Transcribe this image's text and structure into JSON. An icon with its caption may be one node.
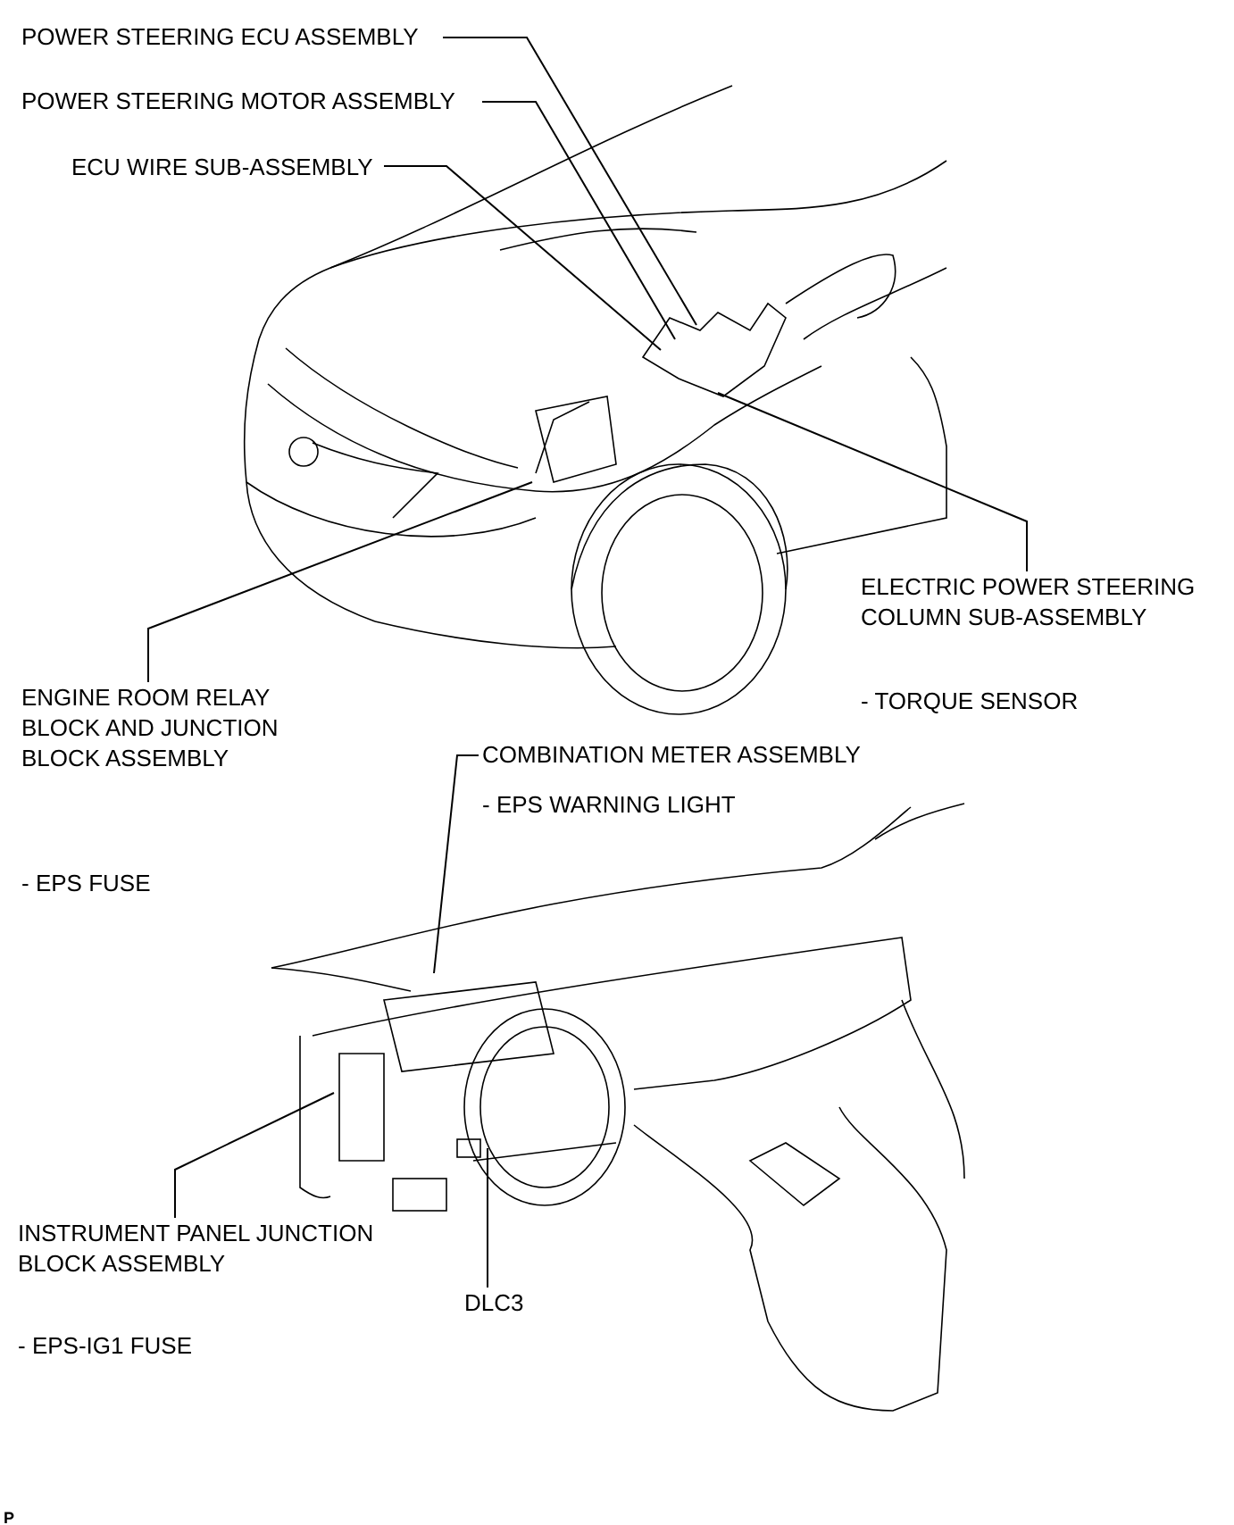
{
  "diagram": {
    "nodes": [
      {
        "text": [
          "POWER STEERING ECU ASSEMBLY"
        ]
      },
      {
        "text": [
          "POWER STEERING MOTOR ASSEMBLY"
        ]
      },
      {
        "text": [
          "ECU WIRE SUB-ASSEMBLY"
        ]
      },
      {
        "text": [
          "ELECTRIC POWER STEERING COLUMN SUB-ASSEMBLY"
        ]
      },
      {
        "text": [
          "ENGINE ROOM RELAY BLOCK AND JUNCTION BLOCK ASSEMBLY"
        ]
      },
      {
        "text": [
          "COMBINATION METER ASSEMBLY"
        ]
      },
      {
        "text": [
          "INSTRUMENT PANEL JUNCTION BLOCK ASSEMBLY"
        ]
      },
      {
        "text": [
          "DLC3"
        ]
      }
    ],
    "edges": [
      {
        "from": 0,
        "to": null,
        "arrow": "none"
      },
      {
        "from": 1,
        "to": null,
        "arrow": "none"
      },
      {
        "from": 2,
        "to": null,
        "arrow": "none"
      },
      {
        "from": 3,
        "to": null,
        "arrow": "none"
      },
      {
        "from": 4,
        "to": null,
        "arrow": "none"
      },
      {
        "from": 5,
        "to": null,
        "arrow": "none"
      },
      {
        "from": 6,
        "to": null,
        "arrow": "none"
      },
      {
        "from": 7,
        "to": null,
        "arrow": "none"
      }
    ],
    "labels": [
      "- TORQUE SENSOR",
      "- EPS WARNING LIGHT",
      "- EPS FUSE",
      "- EPS-IG1 FUSE",
      "P"
    ]
  }
}
